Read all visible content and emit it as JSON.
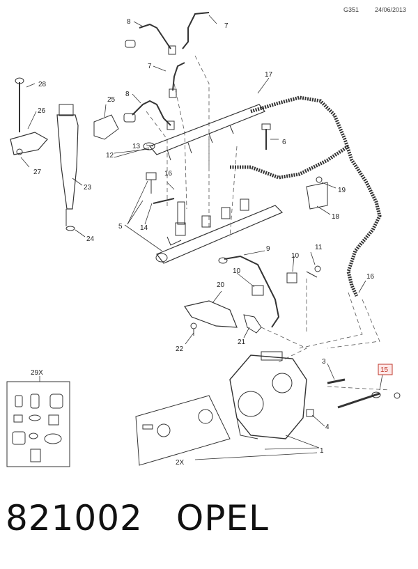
{
  "header": {
    "sheet": "G351",
    "date": "24/06/2013"
  },
  "parts": {
    "p1": "1",
    "p2x": "2X",
    "p3": "3",
    "p4": "4",
    "p5": "5",
    "p6": "6",
    "p7a": "7",
    "p7b": "7",
    "p8a": "8",
    "p8b": "8",
    "p9": "9",
    "p10a": "10",
    "p10b": "10",
    "p11": "11",
    "p12": "12",
    "p13": "13",
    "p14": "14",
    "p15": "15",
    "p16a": "16",
    "p16b": "16",
    "p17": "17",
    "p18": "18",
    "p19": "19",
    "p20": "20",
    "p21": "21",
    "p22": "22",
    "p23": "23",
    "p24": "24",
    "p25": "25",
    "p26": "26",
    "p27": "27",
    "p28": "28",
    "p29x": "29X"
  },
  "highlight_color": "#c0392b",
  "footer": {
    "part_number": "821002",
    "brand": "OPEL"
  }
}
